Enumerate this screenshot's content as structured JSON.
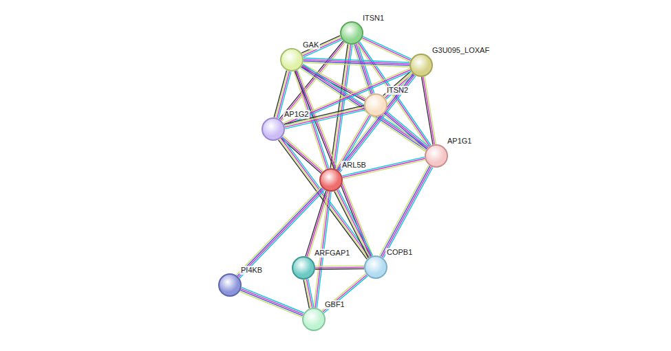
{
  "diagram": {
    "nodes": [
      {
        "text": [
          "ITSN1"
        ]
      },
      {
        "text": [
          "GAK"
        ]
      },
      {
        "text": [
          "G3U095_LOXAF"
        ]
      },
      {
        "text": [
          "ITSN2"
        ]
      },
      {
        "text": [
          "AP1G2"
        ]
      },
      {
        "text": [
          "AP1G1"
        ]
      },
      {
        "text": [
          "ARL5B"
        ]
      },
      {
        "text": [
          "ARFGAP1"
        ]
      },
      {
        "text": [
          "COPB1"
        ]
      },
      {
        "text": [
          "PI4KB"
        ]
      },
      {
        "text": [
          "GBF1"
        ]
      }
    ],
    "edges": [
      {
        "from": 0,
        "to": 1,
        "arrow": "none"
      },
      {
        "from": 0,
        "to": 2,
        "arrow": "none"
      },
      {
        "from": 0,
        "to": 3,
        "arrow": "none"
      },
      {
        "from": 0,
        "to": 4,
        "arrow": "none"
      },
      {
        "from": 0,
        "to": 6,
        "arrow": "none"
      },
      {
        "from": 0,
        "to": 5,
        "arrow": "none"
      },
      {
        "from": 1,
        "to": 2,
        "arrow": "none"
      },
      {
        "from": 1,
        "to": 3,
        "arrow": "none"
      },
      {
        "from": 1,
        "to": 4,
        "arrow": "none"
      },
      {
        "from": 1,
        "to": 6,
        "arrow": "none"
      },
      {
        "from": 1,
        "to": 5,
        "arrow": "none"
      },
      {
        "from": 1,
        "to": 8,
        "arrow": "none"
      },
      {
        "from": 2,
        "to": 3,
        "arrow": "none"
      },
      {
        "from": 2,
        "to": 4,
        "arrow": "none"
      },
      {
        "from": 2,
        "to": 6,
        "arrow": "none"
      },
      {
        "from": 2,
        "to": 5,
        "arrow": "none"
      },
      {
        "from": 3,
        "to": 4,
        "arrow": "none"
      },
      {
        "from": 3,
        "to": 6,
        "arrow": "none"
      },
      {
        "from": 3,
        "to": 5,
        "arrow": "none"
      },
      {
        "from": 4,
        "to": 6,
        "arrow": "none"
      },
      {
        "from": 4,
        "to": 8,
        "arrow": "none"
      },
      {
        "from": 6,
        "to": 5,
        "arrow": "none"
      },
      {
        "from": 6,
        "to": 9,
        "arrow": "none"
      },
      {
        "from": 6,
        "to": 7,
        "arrow": "none"
      },
      {
        "from": 6,
        "to": 8,
        "arrow": "none"
      },
      {
        "from": 6,
        "to": 10,
        "arrow": "none"
      },
      {
        "from": 5,
        "to": 8,
        "arrow": "none"
      },
      {
        "from": 7,
        "to": 8,
        "arrow": "none"
      },
      {
        "from": 7,
        "to": 10,
        "arrow": "none"
      },
      {
        "from": 8,
        "to": 10,
        "arrow": "none"
      },
      {
        "from": 9,
        "to": 10,
        "arrow": "none"
      }
    ]
  }
}
